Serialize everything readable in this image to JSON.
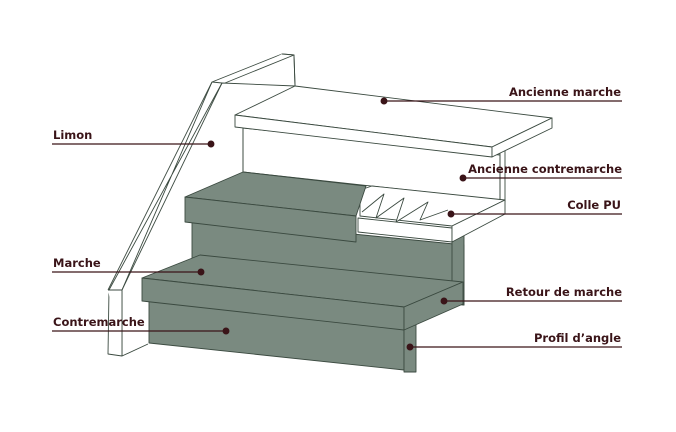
{
  "colors": {
    "green": "#7a8a80",
    "stroke": "#3b4a40",
    "leader": "#3a1418",
    "white": "#ffffff"
  },
  "labels": {
    "limon": "Limon",
    "marche": "Marche",
    "contremarche": "Contremarche",
    "ancienne_marche": "Ancienne marche",
    "ancienne_contremarche": "Ancienne contremarche",
    "colle_pu": "Colle PU",
    "retour_de_marche": "Retour de marche",
    "profil_angle": "Profil d’angle"
  }
}
